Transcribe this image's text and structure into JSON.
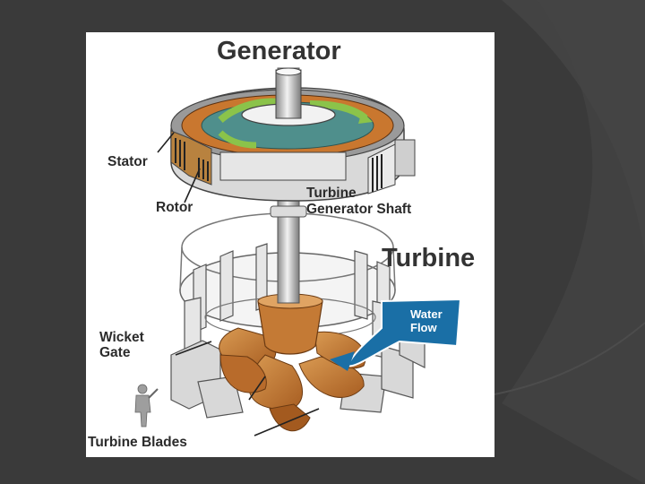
{
  "diagram": {
    "labels": {
      "generator": "Generator",
      "stator": "Stator",
      "rotor": "Rotor",
      "shaft_line1": "Turbine",
      "shaft_line2": "Generator Shaft",
      "turbine": "Turbine",
      "water_line1": "Water",
      "water_line2": "Flow",
      "wicket_line1": "Wicket",
      "wicket_line2": "Gate",
      "blades": "Turbine Blades"
    }
  },
  "colors": {
    "slide_background": "#3c3c3c",
    "slide_arc": "#4a4a4a",
    "panel": "#ffffff",
    "rotor_orange": "#c9772f",
    "water_blue": "#1a6fa6",
    "flow_arrow_green": "#8bc34a",
    "rotor_teal": "#4f8f8c",
    "metal_gray": "#bdbdbd"
  }
}
